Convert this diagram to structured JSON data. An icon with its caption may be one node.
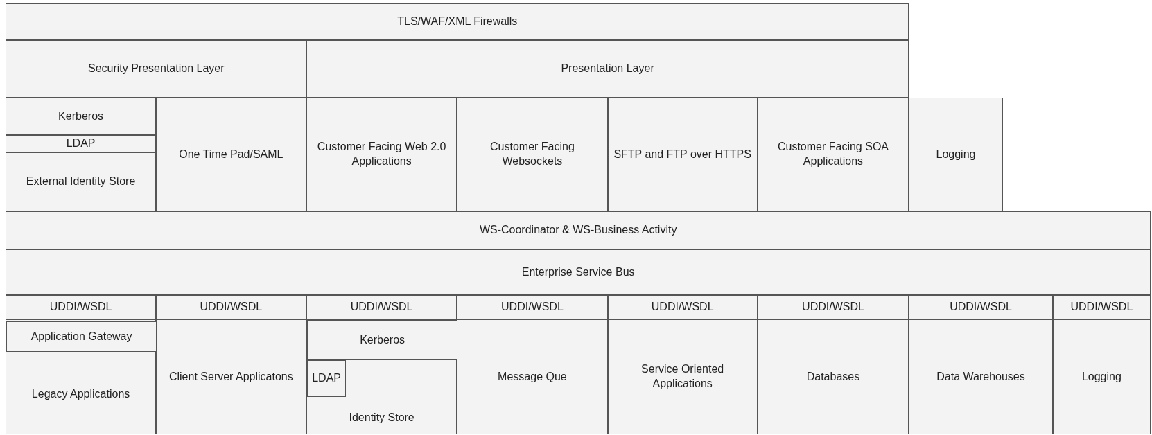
{
  "diagram": {
    "nodes": [
      {
        "text": [
          "TLS/WAF/XML Firewalls"
        ]
      },
      {
        "text": [
          "Security Presentation Layer"
        ]
      },
      {
        "text": [
          "Presentation Layer"
        ]
      },
      {
        "text": [
          "Kerberos"
        ]
      },
      {
        "text": [
          "LDAP"
        ]
      },
      {
        "text": [
          "External Identity Store"
        ]
      },
      {
        "text": [
          "One Time Pad/SAML"
        ]
      },
      {
        "text": [
          "Customer Facing Web 2.0 Applications"
        ]
      },
      {
        "text": [
          "Customer Facing Websockets"
        ]
      },
      {
        "text": [
          "SFTP and FTP over HTTPS"
        ]
      },
      {
        "text": [
          "Customer Facing SOA Applications"
        ]
      },
      {
        "text": [
          "Logging"
        ]
      },
      {
        "text": [
          "WS-Coordinator & WS-Business Activity"
        ]
      },
      {
        "text": [
          "Enterprise Service Bus"
        ]
      },
      {
        "text": [
          "UDDI/WSDL"
        ]
      },
      {
        "text": [
          "UDDI/WSDL"
        ]
      },
      {
        "text": [
          "UDDI/WSDL"
        ]
      },
      {
        "text": [
          "UDDI/WSDL"
        ]
      },
      {
        "text": [
          "UDDI/WSDL"
        ]
      },
      {
        "text": [
          "UDDI/WSDL"
        ]
      },
      {
        "text": [
          "UDDI/WSDL"
        ]
      },
      {
        "text": [
          "UDDI/WSDL"
        ]
      },
      {
        "text": [
          "Legacy Applications"
        ]
      },
      {
        "text": [
          "Application Gateway"
        ],
        "in": 22
      },
      {
        "text": [
          "Client Server Applicatons"
        ]
      },
      {
        "text": [
          "Identity Store"
        ]
      },
      {
        "text": [
          "Kerberos"
        ],
        "in": 25
      },
      {
        "text": [
          "LDAP"
        ],
        "in": 25
      },
      {
        "text": [
          "Message Que"
        ]
      },
      {
        "text": [
          "Service Oriented Applications"
        ]
      },
      {
        "text": [
          "Databases"
        ]
      },
      {
        "text": [
          "Data Warehouses"
        ]
      },
      {
        "text": [
          "Logging"
        ]
      }
    ]
  }
}
